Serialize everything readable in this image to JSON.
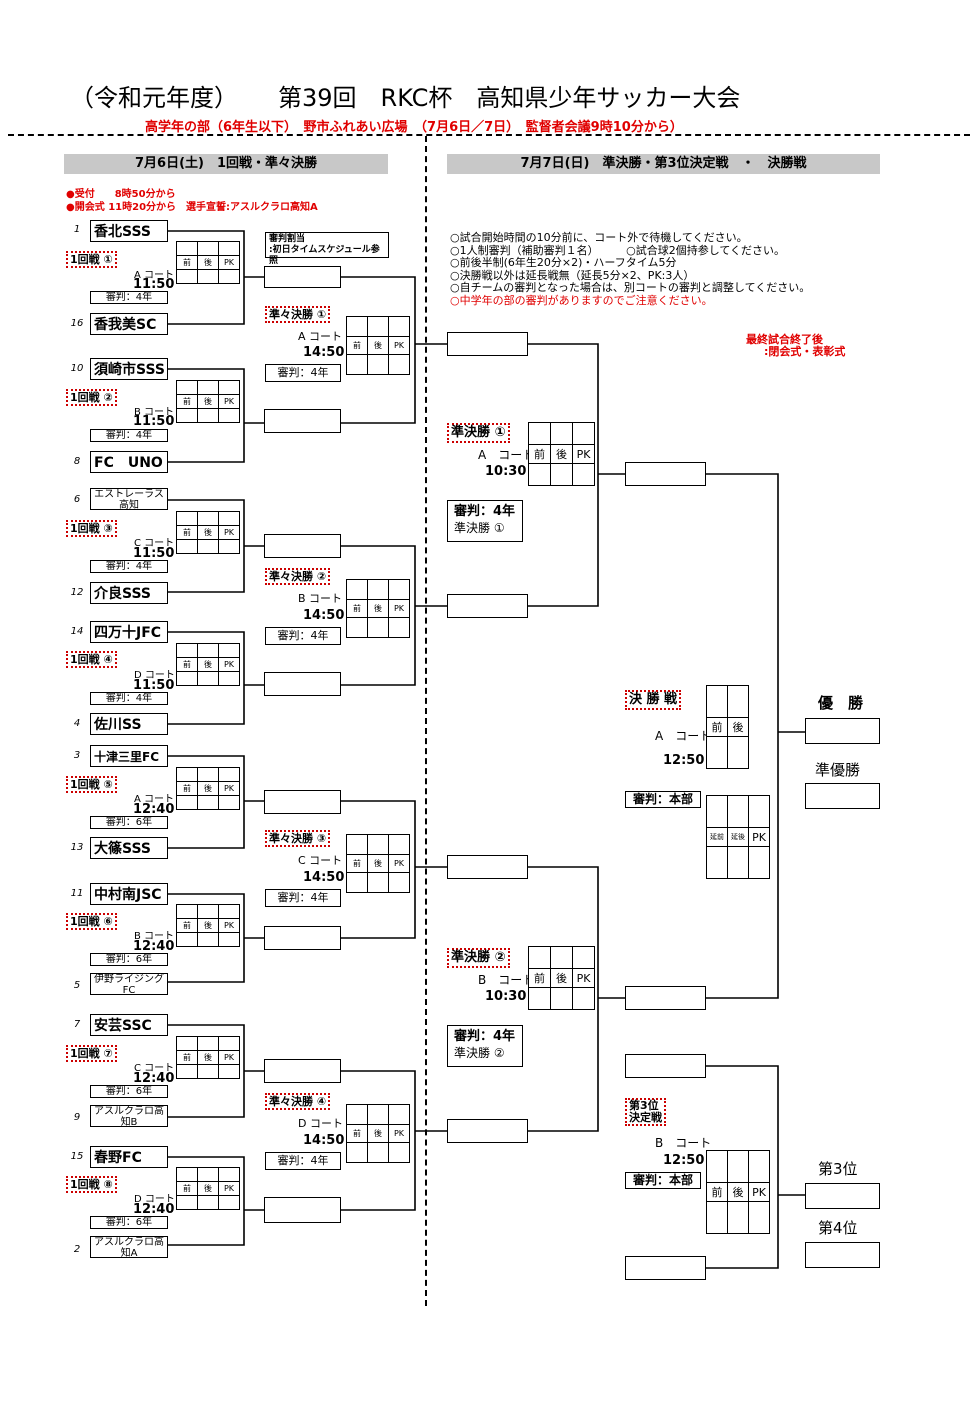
{
  "header": {
    "title_left": "（令和元年度）",
    "title_right": "第39回　RKC杯　高知県少年サッカー大会",
    "subtitle": "高学年の部（6年生以下）　野市ふれあい広場　（7月6日／7日）　監督者会議9時10分から）"
  },
  "day1": {
    "header": "7月6日(土)　1回戦・準々決勝",
    "note1": "●受付　　8時50分から",
    "note2": "●開会式 11時20分から　選手宣誓:アスルクラロ高知A",
    "ref_box_l1": "審判割当",
    "ref_box_l2": ":初日タイムスケジュール参照"
  },
  "day2": {
    "header": "7月7日(日)　準決勝・第3位決定戦　・　決勝戦",
    "notes": [
      "○試合開始時間の10分前に、コート外で待機してください。",
      "○1人制審判（補助審判１名）　　　○試合球2個持参してください。",
      "○前後半制(6年生20分×2)・ハーフタイム5分",
      "○決勝戦以外は延長戦無（延長5分×2、PK:3人）",
      "○自チームの審判となった場合は、別コートの審判と調整してください。"
    ],
    "note_red": "○中学年の部の審判がありますのでご注意ください。",
    "final_note_l1": "最終試合終了後",
    "final_note_l2": ":閉会式・表彰式"
  },
  "teams": [
    {
      "seed": "1",
      "name": "香北SSS"
    },
    {
      "seed": "16",
      "name": "香我美SC"
    },
    {
      "seed": "10",
      "name": "須崎市SSS"
    },
    {
      "seed": "8",
      "name": "FC　UNO"
    },
    {
      "seed": "6",
      "name": "エストレーラス",
      "name2": "高知"
    },
    {
      "seed": "12",
      "name": "介良SSS"
    },
    {
      "seed": "14",
      "name": "四万十JFC"
    },
    {
      "seed": "4",
      "name": "佐川SS"
    },
    {
      "seed": "3",
      "name": "十津三里FC"
    },
    {
      "seed": "13",
      "name": "大篠SSS"
    },
    {
      "seed": "11",
      "name": "中村南JSC"
    },
    {
      "seed": "5",
      "name": "伊野ライジング",
      "name2": "FC"
    },
    {
      "seed": "7",
      "name": "安芸SSC"
    },
    {
      "seed": "9",
      "name": "アスルクラロ高",
      "name2": "知B"
    },
    {
      "seed": "15",
      "name": "春野FC"
    },
    {
      "seed": "2",
      "name": "アスルクラロ高",
      "name2": "知A"
    }
  ],
  "r1": [
    {
      "label": "1回戦 ①",
      "court": "A コート",
      "time": "11:50",
      "ref": "審判：4年"
    },
    {
      "label": "1回戦 ②",
      "court": "B コート",
      "time": "11:50",
      "ref": "審判：4年"
    },
    {
      "label": "1回戦 ③",
      "court": "C コート",
      "time": "11:50",
      "ref": "審判：4年"
    },
    {
      "label": "1回戦 ④",
      "court": "D コート",
      "time": "11:50",
      "ref": "審判：4年"
    },
    {
      "label": "1回戦 ⑤",
      "court": "A コート",
      "time": "12:40",
      "ref": "審判：6年"
    },
    {
      "label": "1回戦 ⑥",
      "court": "B コート",
      "time": "12:40",
      "ref": "審判：6年"
    },
    {
      "label": "1回戦 ⑦",
      "court": "C コート",
      "time": "12:40",
      "ref": "審判：6年"
    },
    {
      "label": "1回戦 ⑧",
      "court": "D コート",
      "time": "12:40",
      "ref": "審判：6年"
    }
  ],
  "qf": [
    {
      "label": "準々決勝 ①",
      "court": "A コート",
      "time": "14:50",
      "ref": "審判：4年"
    },
    {
      "label": "準々決勝 ②",
      "court": "B コート",
      "time": "14:50",
      "ref": "審判：4年"
    },
    {
      "label": "準々決勝 ③",
      "court": "C コート",
      "time": "14:50",
      "ref": "審判：4年"
    },
    {
      "label": "準々決勝 ④",
      "court": "D コート",
      "time": "14:50",
      "ref": "審判：4年"
    }
  ],
  "sf": [
    {
      "label": "準決勝 ①",
      "court": "A　コート",
      "time": "10:30",
      "ref": "審判：4年",
      "ref2": "準決勝 ①"
    },
    {
      "label": "準決勝 ②",
      "court": "B　コート",
      "time": "10:30",
      "ref": "審判：4年",
      "ref2": "準決勝 ②"
    }
  ],
  "final": {
    "label": "決 勝 戦",
    "court": "A　コート",
    "time": "12:50",
    "ref": "審判：本部"
  },
  "third": {
    "label1": "第3位",
    "label2": "決定戦",
    "court": "B　コート",
    "time": "12:50",
    "ref": "審判：本部"
  },
  "results": {
    "winner": "優　勝",
    "runner_up": "準優勝",
    "third": "第3位",
    "fourth": "第4位"
  },
  "score_cols": {
    "first": "前",
    "second": "後",
    "pk": "PK",
    "ext1": "延前",
    "ext2": "延後"
  }
}
